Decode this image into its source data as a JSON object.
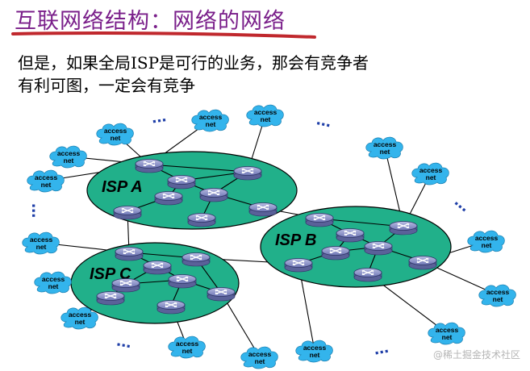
{
  "title": "互联网络结构：网络的网络",
  "subtitle": {
    "line1": "但是，如果全局ISP是可行的业务，那会有竞争者",
    "line2": "有利可图，一定会有竞争"
  },
  "isps": [
    {
      "label": "ISP A"
    },
    {
      "label": "ISP B"
    },
    {
      "label": "ISP C"
    }
  ],
  "access_net": {
    "line1": "access",
    "line2": "net"
  },
  "ellipsis": "...",
  "watermark": "@稀土掘金技术社区",
  "colors": {
    "title": "#7a1f8a",
    "underline": "#c0282d",
    "isp_fill": "#21b08a",
    "cloud_fill": "#33b4ec",
    "router_fill": "#8a91c8",
    "dots": "#1f3fa8"
  }
}
